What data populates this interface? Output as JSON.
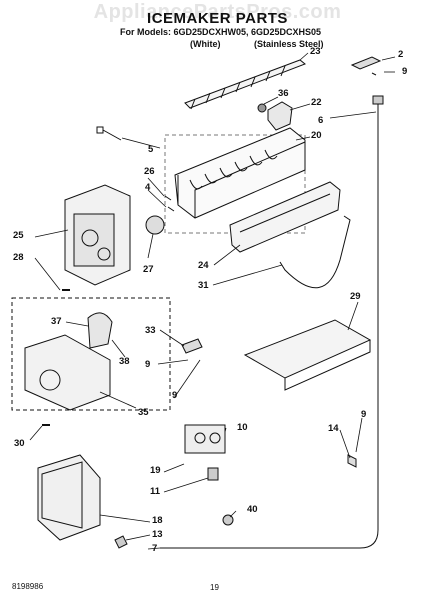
{
  "header": {
    "watermark": "AppliancePartsPros.com",
    "title": "ICEMAKER PARTS",
    "models_line": "For Models: 6GD25DCXHW05, 6GD25DCXHS05",
    "variant_white": "(White)",
    "variant_stainless": "(Stainless Steel)"
  },
  "callouts": [
    {
      "id": "c2",
      "text": "2"
    },
    {
      "id": "c9a",
      "text": "9"
    },
    {
      "id": "c23",
      "text": "23"
    },
    {
      "id": "c36",
      "text": "36"
    },
    {
      "id": "c22",
      "text": "22"
    },
    {
      "id": "c6",
      "text": "6"
    },
    {
      "id": "c20",
      "text": "20"
    },
    {
      "id": "c5",
      "text": "5"
    },
    {
      "id": "c26",
      "text": "26"
    },
    {
      "id": "c4",
      "text": "4"
    },
    {
      "id": "c25",
      "text": "25"
    },
    {
      "id": "c28",
      "text": "28"
    },
    {
      "id": "c27",
      "text": "27"
    },
    {
      "id": "c24",
      "text": "24"
    },
    {
      "id": "c31",
      "text": "31"
    },
    {
      "id": "c29",
      "text": "29"
    },
    {
      "id": "c37",
      "text": "37"
    },
    {
      "id": "c33",
      "text": "33"
    },
    {
      "id": "c38",
      "text": "38"
    },
    {
      "id": "c9b",
      "text": "9"
    },
    {
      "id": "c9c",
      "text": "9"
    },
    {
      "id": "c35",
      "text": "35"
    },
    {
      "id": "c9d",
      "text": "9"
    },
    {
      "id": "c10",
      "text": "10"
    },
    {
      "id": "c14",
      "text": "14"
    },
    {
      "id": "c30",
      "text": "30"
    },
    {
      "id": "c19",
      "text": "19"
    },
    {
      "id": "c11",
      "text": "11"
    },
    {
      "id": "c40",
      "text": "40"
    },
    {
      "id": "c18",
      "text": "18"
    },
    {
      "id": "c13",
      "text": "13"
    },
    {
      "id": "c7",
      "text": "7"
    }
  ],
  "footer": {
    "doc_number": "8198986",
    "page_number": "19"
  }
}
